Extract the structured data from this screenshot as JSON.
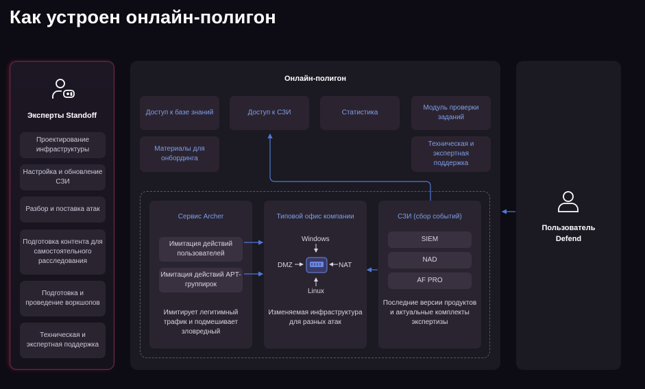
{
  "page": {
    "title": "Как устроен онлайн-полигон"
  },
  "experts": {
    "title": "Эксперты Standoff",
    "items": [
      "Проектирование инфраструктуры",
      "Настройка и обновление СЗИ",
      "Разбор и поставка атак",
      "Подготовка контента для самостоятельного расследования",
      "Подготовка и проведение воркшопов",
      "Техническая и экспертная поддержка"
    ]
  },
  "polygon": {
    "title": "Онлайн-полигон",
    "top_boxes": {
      "knowledge": "Доступ к базе знаний",
      "szi_access": "Доступ к СЗИ",
      "stats": "Статистика",
      "tasks": "Модуль проверки заданий",
      "onboarding": "Материалы для онбординга",
      "support": "Техническая и экспертная поддержка"
    },
    "archer": {
      "title": "Сервис Archer",
      "items": [
        "Имитация действий пользователей",
        "Имитация действий APT-группирок"
      ],
      "note": "Имитирует легитимный трафик и подмешивает зловредный"
    },
    "office": {
      "title": "Типовой офис компании",
      "windows": "Windows",
      "dmz": "DMZ",
      "nat": "NAT",
      "linux": "Linux",
      "note": "Изменяемая инфраструктура для разных атак"
    },
    "szi": {
      "title": "СЗИ (сбор событий)",
      "items": [
        "SIEM",
        "NAD",
        "AF PRO"
      ],
      "note": "Последние версии продуктов и актуальные комплекты экспертизы"
    }
  },
  "user": {
    "title": "Пользователь Defend"
  },
  "colors": {
    "accent": "#7f9fe8",
    "arrow": "#4f78d8",
    "border_left": "#6a2a46"
  }
}
